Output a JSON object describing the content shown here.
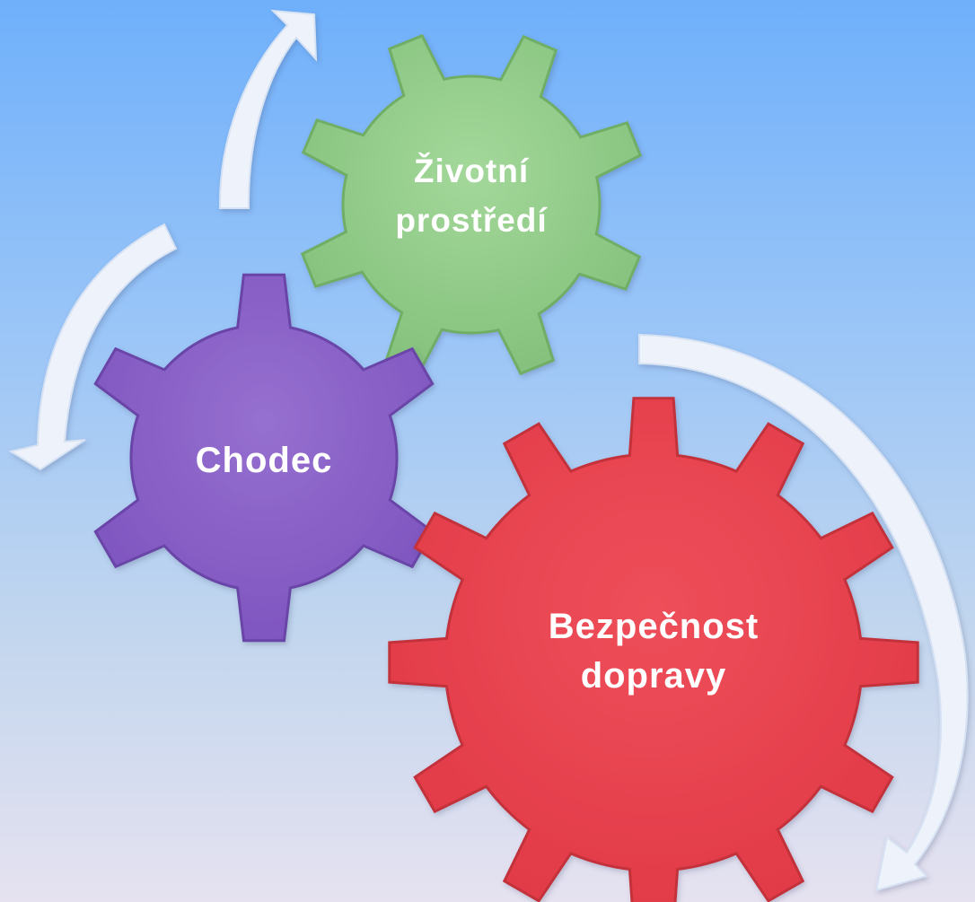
{
  "gears": [
    {
      "id": "environment",
      "lines": [
        "Životní",
        "prostředí"
      ],
      "color": "#8fc987",
      "edge": "#6fae66"
    },
    {
      "id": "pedestrian",
      "lines": [
        "Chodec"
      ],
      "color": "#8860c6",
      "edge": "#6b45a8"
    },
    {
      "id": "traffic-safety",
      "lines": [
        "Bezpečnost",
        "dopravy"
      ],
      "color": "#e8434f",
      "edge": "#c3303b"
    }
  ],
  "colors": {
    "background_top": "#6fb0fb",
    "background_bottom": "#e6e2f0",
    "arrow_fill": "#eef3fb",
    "label_text": "#ffffff"
  }
}
